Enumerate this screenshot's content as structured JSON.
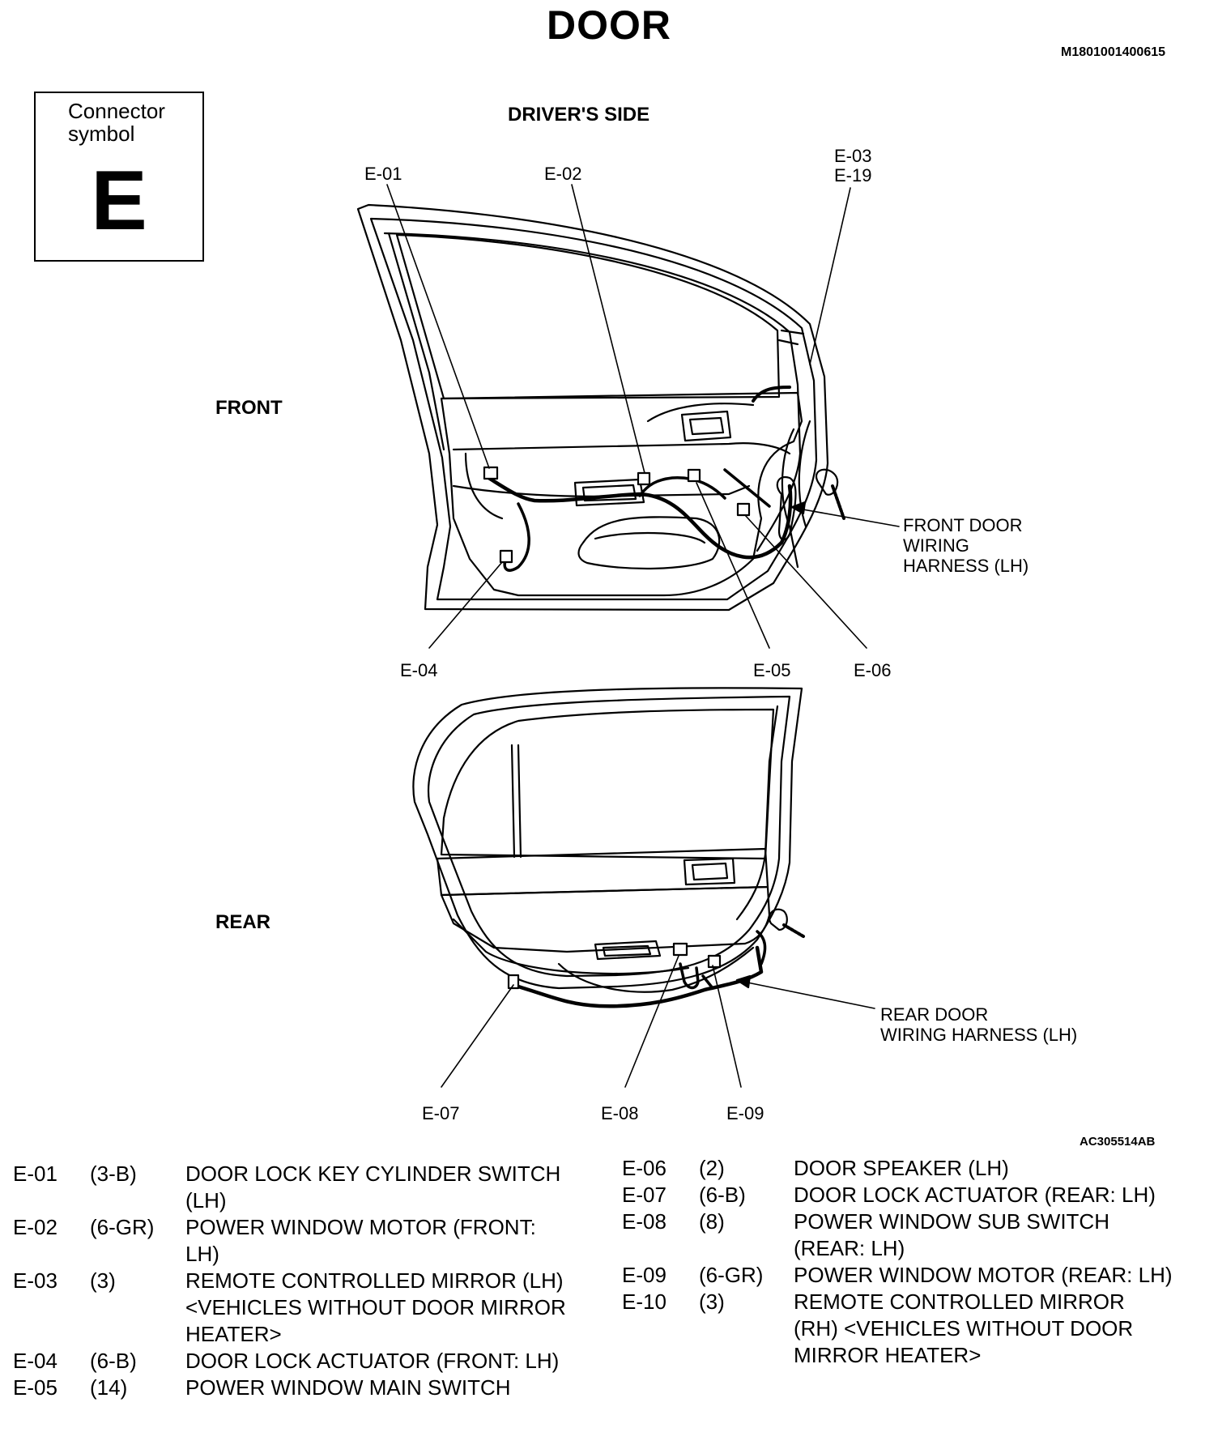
{
  "title": "DOOR",
  "code": "M1801001400615",
  "connector_symbol": {
    "caption_line1": "Connector",
    "caption_line2": "symbol",
    "letter": "E"
  },
  "section_title": "DRIVER'S SIDE",
  "front_label": "FRONT",
  "rear_label": "REAR",
  "figure_code": "AC305514AB",
  "callouts": {
    "e01": "E-01",
    "e02": "E-02",
    "e03": "E-03",
    "e19": "E-19",
    "e04": "E-04",
    "e05": "E-05",
    "e06": "E-06",
    "e07": "E-07",
    "e08": "E-08",
    "e09": "E-09"
  },
  "front_harness": {
    "line1": "FRONT DOOR",
    "line2": "WIRING",
    "line3": "HARNESS (LH)"
  },
  "rear_harness": {
    "line1": "REAR DOOR",
    "line2": "WIRING HARNESS (LH)"
  },
  "connectors_left": [
    {
      "id": "E-01",
      "pins": "(3-B)",
      "desc": "DOOR LOCK KEY CYLINDER SWITCH (LH)"
    },
    {
      "id": "E-02",
      "pins": "(6-GR)",
      "desc": "POWER WINDOW MOTOR (FRONT: LH)"
    },
    {
      "id": "E-03",
      "pins": "(3)",
      "desc": "REMOTE CONTROLLED MIRROR (LH) <VEHICLES WITHOUT DOOR MIRROR HEATER>"
    },
    {
      "id": "E-04",
      "pins": "(6-B)",
      "desc": "DOOR LOCK ACTUATOR (FRONT: LH)"
    },
    {
      "id": "E-05",
      "pins": "(14)",
      "desc": "POWER WINDOW MAIN SWITCH"
    }
  ],
  "connectors_right": [
    {
      "id": "E-06",
      "pins": "(2)",
      "desc": "DOOR SPEAKER (LH)"
    },
    {
      "id": "E-07",
      "pins": "(6-B)",
      "desc": "DOOR LOCK ACTUATOR (REAR: LH)"
    },
    {
      "id": "E-08",
      "pins": "(8)",
      "desc": "POWER WINDOW SUB SWITCH (REAR: LH)"
    },
    {
      "id": "E-09",
      "pins": "(6-GR)",
      "desc": "POWER WINDOW MOTOR (REAR: LH)"
    },
    {
      "id": "E-10",
      "pins": "(3)",
      "desc": "REMOTE CONTROLLED MIRROR (RH) <VEHICLES WITHOUT DOOR MIRROR HEATER>"
    }
  ]
}
